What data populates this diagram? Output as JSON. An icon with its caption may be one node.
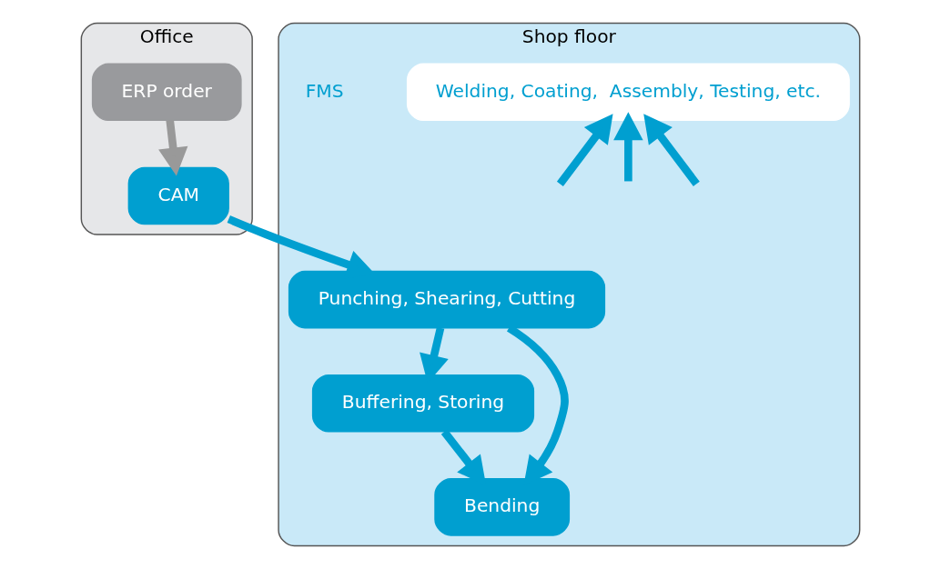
{
  "diagram": {
    "nodes": [
      {
        "text": [
          "Office"
        ]
      },
      {
        "text": [
          "ERP order"
        ],
        "in": 0
      },
      {
        "text": [
          "CAM"
        ],
        "in": 0
      },
      {
        "text": [
          "Shop floor"
        ]
      },
      {
        "text": [
          "Welding, Coating,  Assembly, Testing, etc."
        ],
        "in": 3
      },
      {
        "text": [
          "Punching, Shearing, Cutting"
        ],
        "in": 3
      },
      {
        "text": [
          "Buffering, Storing"
        ],
        "in": 3
      },
      {
        "text": [
          "Bending"
        ],
        "in": 3
      }
    ],
    "edges": [
      {
        "from": 1,
        "to": 2,
        "arrow": "to",
        "color": "#999999"
      },
      {
        "from": 2,
        "to": 5,
        "arrow": "to"
      },
      {
        "from": 5,
        "to": 6,
        "arrow": "to"
      },
      {
        "from": 6,
        "to": 7,
        "arrow": "to"
      },
      {
        "from": 5,
        "to": 7,
        "arrow": "to"
      },
      {
        "from": null,
        "to": 4,
        "arrow": "to"
      },
      {
        "from": null,
        "to": 4,
        "arrow": "to"
      },
      {
        "from": null,
        "to": 4,
        "arrow": "to"
      }
    ],
    "labels": [
      "FMS"
    ]
  }
}
